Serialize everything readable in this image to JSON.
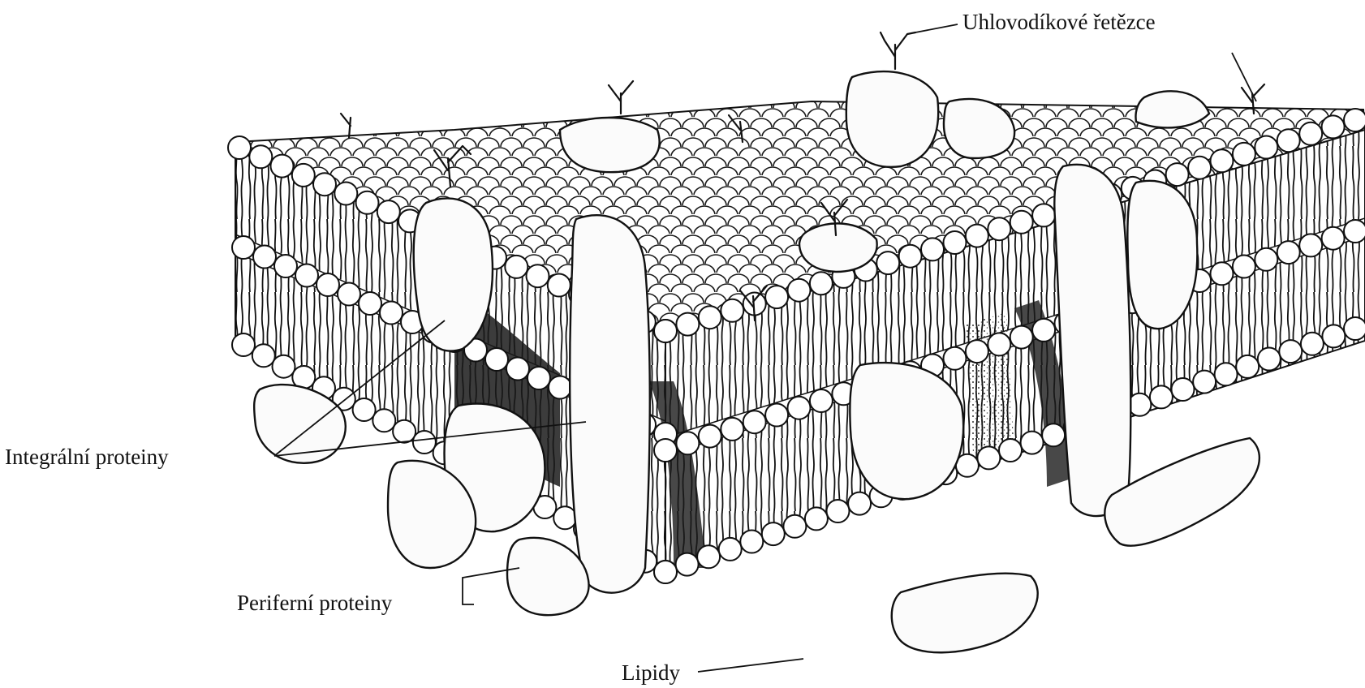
{
  "labels": {
    "carbohydrate_chains": "Uhlovodíkové řetězce",
    "integral_proteins": "Integrální proteiny",
    "peripheral_proteins": "Periferní proteiny",
    "lipids": "Lipidy"
  },
  "colors": {
    "ink": "#111111",
    "paper": "#ffffff",
    "protein_fill": "#fbfbfb",
    "shadow": "#1a1a1a"
  }
}
